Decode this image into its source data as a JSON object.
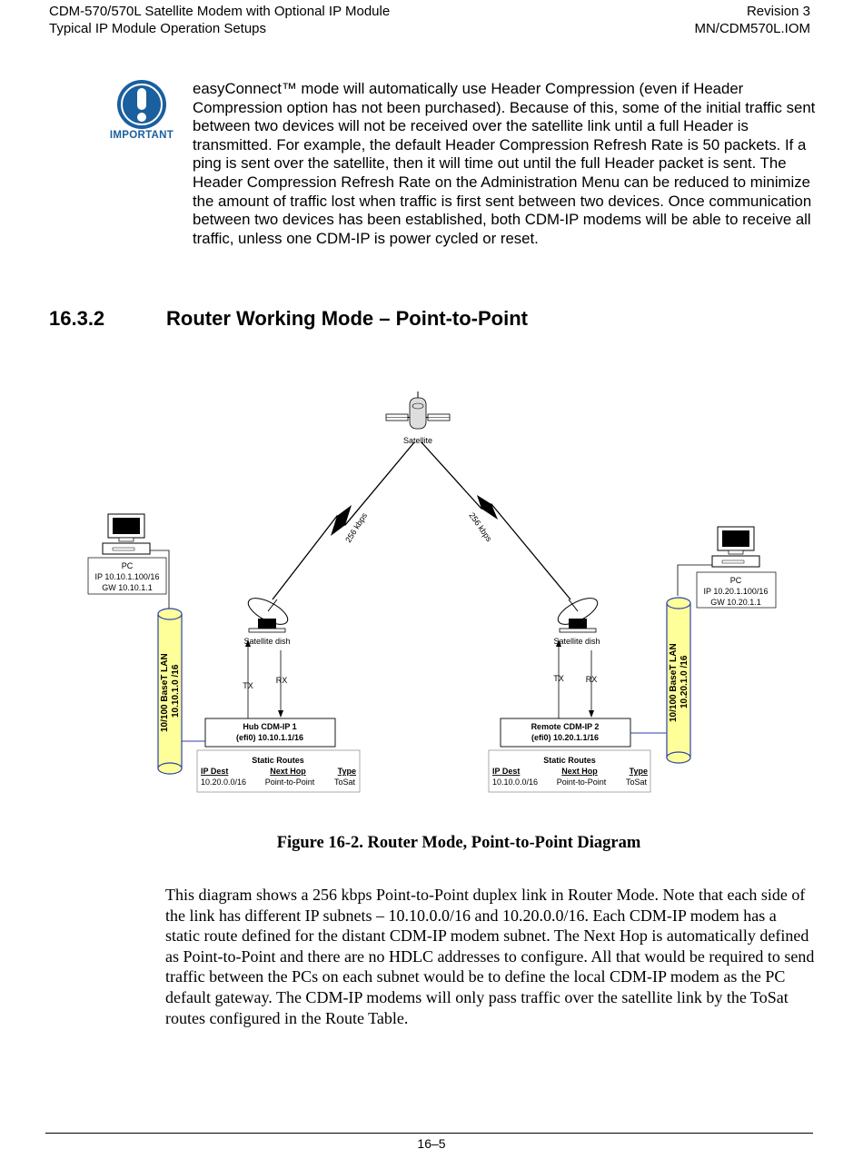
{
  "header": {
    "left_line1": "CDM-570/570L Satellite Modem with Optional IP Module",
    "left_line2": "Typical IP Module Operation Setups",
    "right_line1": "Revision 3",
    "right_line2": "MN/CDM570L.IOM"
  },
  "important": {
    "label": "IMPORTANT",
    "text": "easyConnect™ mode will automatically use Header Compression (even if Header Compression option has not been purchased). Because of this, some of the initial traffic sent between two devices will not be received over the satellite link until a full Header is transmitted. For example, the default Header Compression Refresh Rate is 50 packets. If a ping is sent over the satellite, then it will time out until the full Header packet is sent. The Header Compression Refresh Rate on the Administration Menu can be reduced to minimize the amount of traffic lost when traffic is first sent between two devices. Once communication between two devices has been established, both CDM-IP modems will be able to receive all traffic, unless one CDM-IP is power cycled or reset."
  },
  "section": {
    "number": "16.3.2",
    "title": "Router Working Mode – Point-to-Point"
  },
  "diagram": {
    "satellite_label": "Satellite",
    "link_left_rate": "256 kbps",
    "link_right_rate": "256 kbps",
    "left_pc": {
      "title": "PC",
      "ip": "IP 10.10.1.100/16",
      "gw": "GW 10.10.1.1"
    },
    "right_pc": {
      "title": "PC",
      "ip": "IP 10.20.1.100/16",
      "gw": "GW 10.20.1.1"
    },
    "left_lan": {
      "line1": "10/100 BaseT LAN",
      "line2": "10.10.1.0 /16"
    },
    "right_lan": {
      "line1": "10/100 BaseT LAN",
      "line2": "10.20.1.0 /16"
    },
    "left_dish_label": "Satellite dish",
    "right_dish_label": "Satellite dish",
    "tx": "TX",
    "rx": "RX",
    "hub": {
      "name": "Hub CDM-IP 1",
      "addr": "(efi0) 10.10.1.1/16"
    },
    "remote": {
      "name": "Remote CDM-IP 2",
      "addr": "(efi0) 10.20.1.1/16"
    },
    "left_routes": {
      "title": "Static Routes",
      "headers": [
        "IP Dest",
        "Next Hop",
        "Type"
      ],
      "row": [
        "10.20.0.0/16",
        "Point-to-Point",
        "ToSat"
      ]
    },
    "right_routes": {
      "title": "Static Routes",
      "headers": [
        "IP Dest",
        "Next Hop",
        "Type"
      ],
      "row": [
        "10.10.0.0/16",
        "Point-to-Point",
        "ToSat"
      ]
    },
    "colors": {
      "lan_fill": "#ffff99",
      "lan_stroke": "#2b3fb0",
      "link": "#000000"
    }
  },
  "caption": "Figure 16-2.  Router Mode, Point-to-Point Diagram",
  "body": "This diagram shows a 256 kbps Point-to-Point duplex link in Router Mode. Note that each side of the link has different IP subnets – 10.10.0.0/16 and 10.20.0.0/16. Each CDM-IP modem has a static route defined for the distant CDM-IP modem subnet. The Next Hop is automatically defined as Point-to-Point and there are no HDLC addresses to configure. All that would be required to send traffic between the PCs  on each subnet would be to define the local CDM-IP modem as the PC default gateway. The CDM-IP modems will only pass traffic over the satellite link by the ToSat routes configured in the Route Table.",
  "footer": {
    "page": "16–5"
  }
}
